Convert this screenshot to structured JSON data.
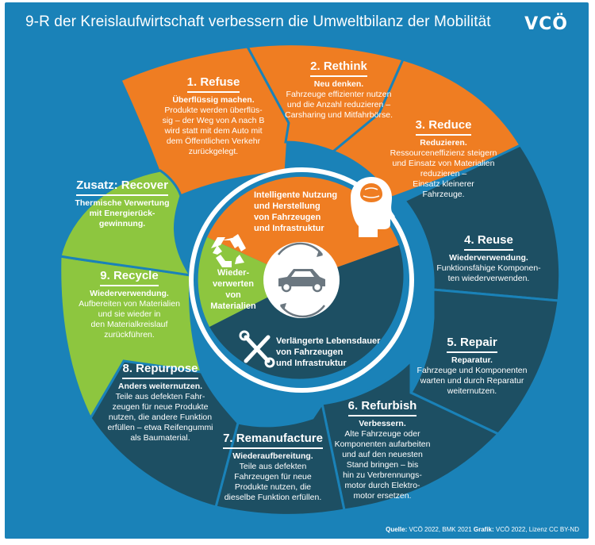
{
  "header": {
    "title": "9-R der Kreislaufwirtschaft verbessern die Umweltbilanz der Mobilität",
    "logo": "VCÖ"
  },
  "colors": {
    "background": "#1a82b8",
    "orange": "#ef7d22",
    "dark_teal": "#1d4f63",
    "green": "#8dc63f",
    "white": "#ffffff"
  },
  "segments": [
    {
      "key": "refuse",
      "title": "1. Refuse",
      "lead": "Überflüssig machen.",
      "body": "Produkte werden überflüs-\nsig –  der Weg von A nach B\nwird statt mit dem Auto mit\ndem Öffentlichen Verkehr\nzurückgelegt."
    },
    {
      "key": "rethink",
      "title": "2. Rethink",
      "lead": "Neu denken.",
      "body": "Fahrzeuge effizienter nutzen\nund die Anzahl reduzieren –\nCarsharing und Mitfahrbörse."
    },
    {
      "key": "reduce",
      "title": "3. Reduce",
      "lead": "Reduzieren.",
      "body": "Ressourceneffizienz steigern\nund Einsatz von Materialien\nreduzieren –\nEinsatz kleinerer\nFahrzeuge."
    },
    {
      "key": "reuse",
      "title": "4. Reuse",
      "lead": "Wiederverwendung.",
      "body": "Funktionsfähige Komponen-\nten wiederverwenden."
    },
    {
      "key": "repair",
      "title": "5. Repair",
      "lead": "Reparatur.",
      "body": "Fahrzeuge und Komponenten\nwarten und durch Reparatur\nweiternutzen."
    },
    {
      "key": "refurbish",
      "title": "6. Refurbish",
      "lead": "Verbessern.",
      "body": "Alte Fahrzeuge oder\nKomponenten aufarbeiten\nund auf den neuesten\nStand bringen –  bis\nhin zu Verbrennungs-\nmotor durch Elektro-\nmotor ersetzen."
    },
    {
      "key": "remanufacture",
      "title": "7. Remanufacture",
      "lead": "Wiederaufbereitung.",
      "body": "Teile aus defekten\nFahrzeugen für neue\nProdukte nutzen, die\ndieselbe Funktion erfüllen."
    },
    {
      "key": "repurpose",
      "title": "8. Repurpose",
      "lead": "Anders weiternutzen.",
      "body": "Teile aus defekten Fahr-\nzeugen für neue Produkte\nnutzen, die andere Funktion\nerfüllen –  etwa Reifengummi\nals Baumaterial."
    },
    {
      "key": "recycle",
      "title": "9. Recycle",
      "lead": "Wiederverwendung.",
      "body": "Aufbereiten von Materialien\nund sie wieder in\nden Materialkreislauf\nzurückführen."
    },
    {
      "key": "recover",
      "title": "Zusatz: Recover",
      "lead": "Thermische Verwertung\nmit Energierück-\ngewinnung.",
      "body": ""
    }
  ],
  "hub": {
    "orange": "Intelligente Nutzung\nund Herstellung\nvon Fahrzeugen\nund Infrastruktur",
    "green": "Wieder-\nverwerten\nvon\nMaterialien",
    "dark": "Verlängerte Lebensdauer\nvon Fahrzeugen\nund Infrastruktur",
    "orange_icon": "brain-head-icon",
    "green_icon": "recycle-icon",
    "dark_icon": "tools-icon",
    "center_icon": "car-cycle-icon"
  },
  "footer": {
    "source_label": "Quelle:",
    "source_text": "VCÖ 2022, BMK 2021",
    "graphic_label": "Grafik:",
    "graphic_text": "VCÖ 2022, Lizenz CC BY-ND"
  }
}
